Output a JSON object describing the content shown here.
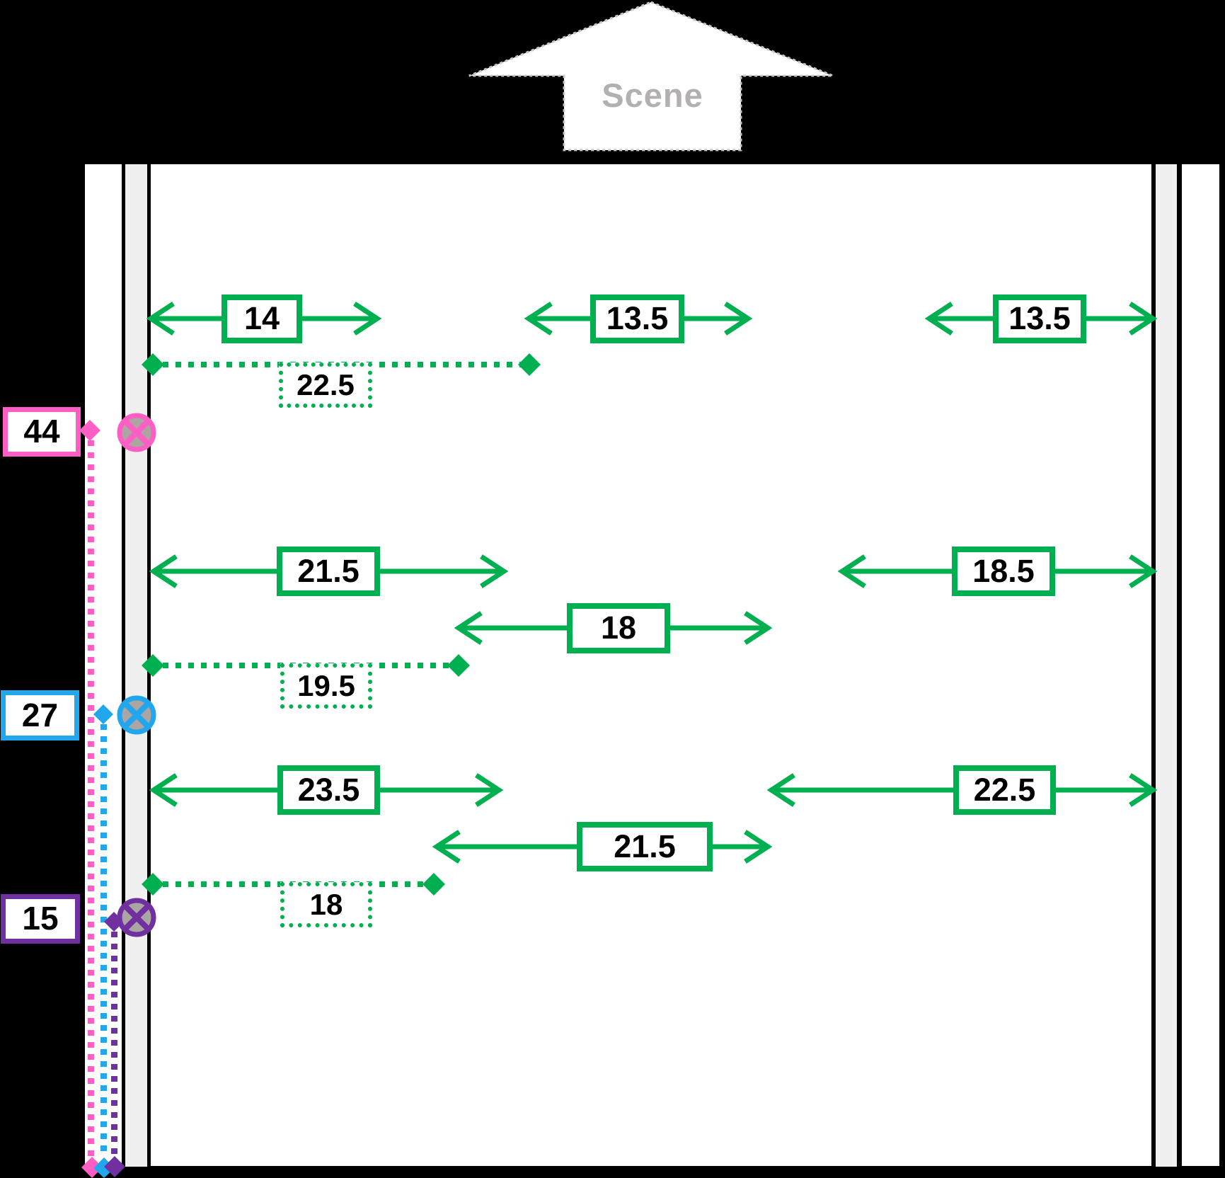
{
  "scene_arrow": {
    "label": "Scene"
  },
  "measurements": [
    {
      "value": "14",
      "row": "top",
      "position": "left"
    },
    {
      "value": "13.5",
      "row": "top",
      "position": "center"
    },
    {
      "value": "13.5",
      "row": "top",
      "position": "right"
    },
    {
      "value": "21.5",
      "row": "middle",
      "position": "left"
    },
    {
      "value": "18.5",
      "row": "middle",
      "position": "right"
    },
    {
      "value": "18",
      "row": "middle",
      "position": "center"
    },
    {
      "value": "23.5",
      "row": "bottom",
      "position": "left"
    },
    {
      "value": "22.5",
      "row": "bottom",
      "position": "right"
    },
    {
      "value": "21.5",
      "row": "bottom",
      "position": "center"
    }
  ],
  "dashed_measurements": [
    {
      "value": "22.5",
      "row": "top"
    },
    {
      "value": "19.5",
      "row": "middle"
    },
    {
      "value": "18",
      "row": "bottom"
    }
  ],
  "markers": [
    {
      "value": "44",
      "color": "#FF5EC4"
    },
    {
      "value": "27",
      "color": "#22A6EC"
    },
    {
      "value": "15",
      "color": "#7030A0"
    }
  ],
  "colors": {
    "measure_green": "#00B050",
    "marker_pink": "#FF5EC4",
    "marker_blue": "#22A6EC",
    "marker_purple": "#7030A0",
    "circle_fill_gray": "#ACA5A3",
    "scene_text_gray": "#B3B0B0",
    "track_gray": "#F0F0F0",
    "background": "#000000"
  }
}
